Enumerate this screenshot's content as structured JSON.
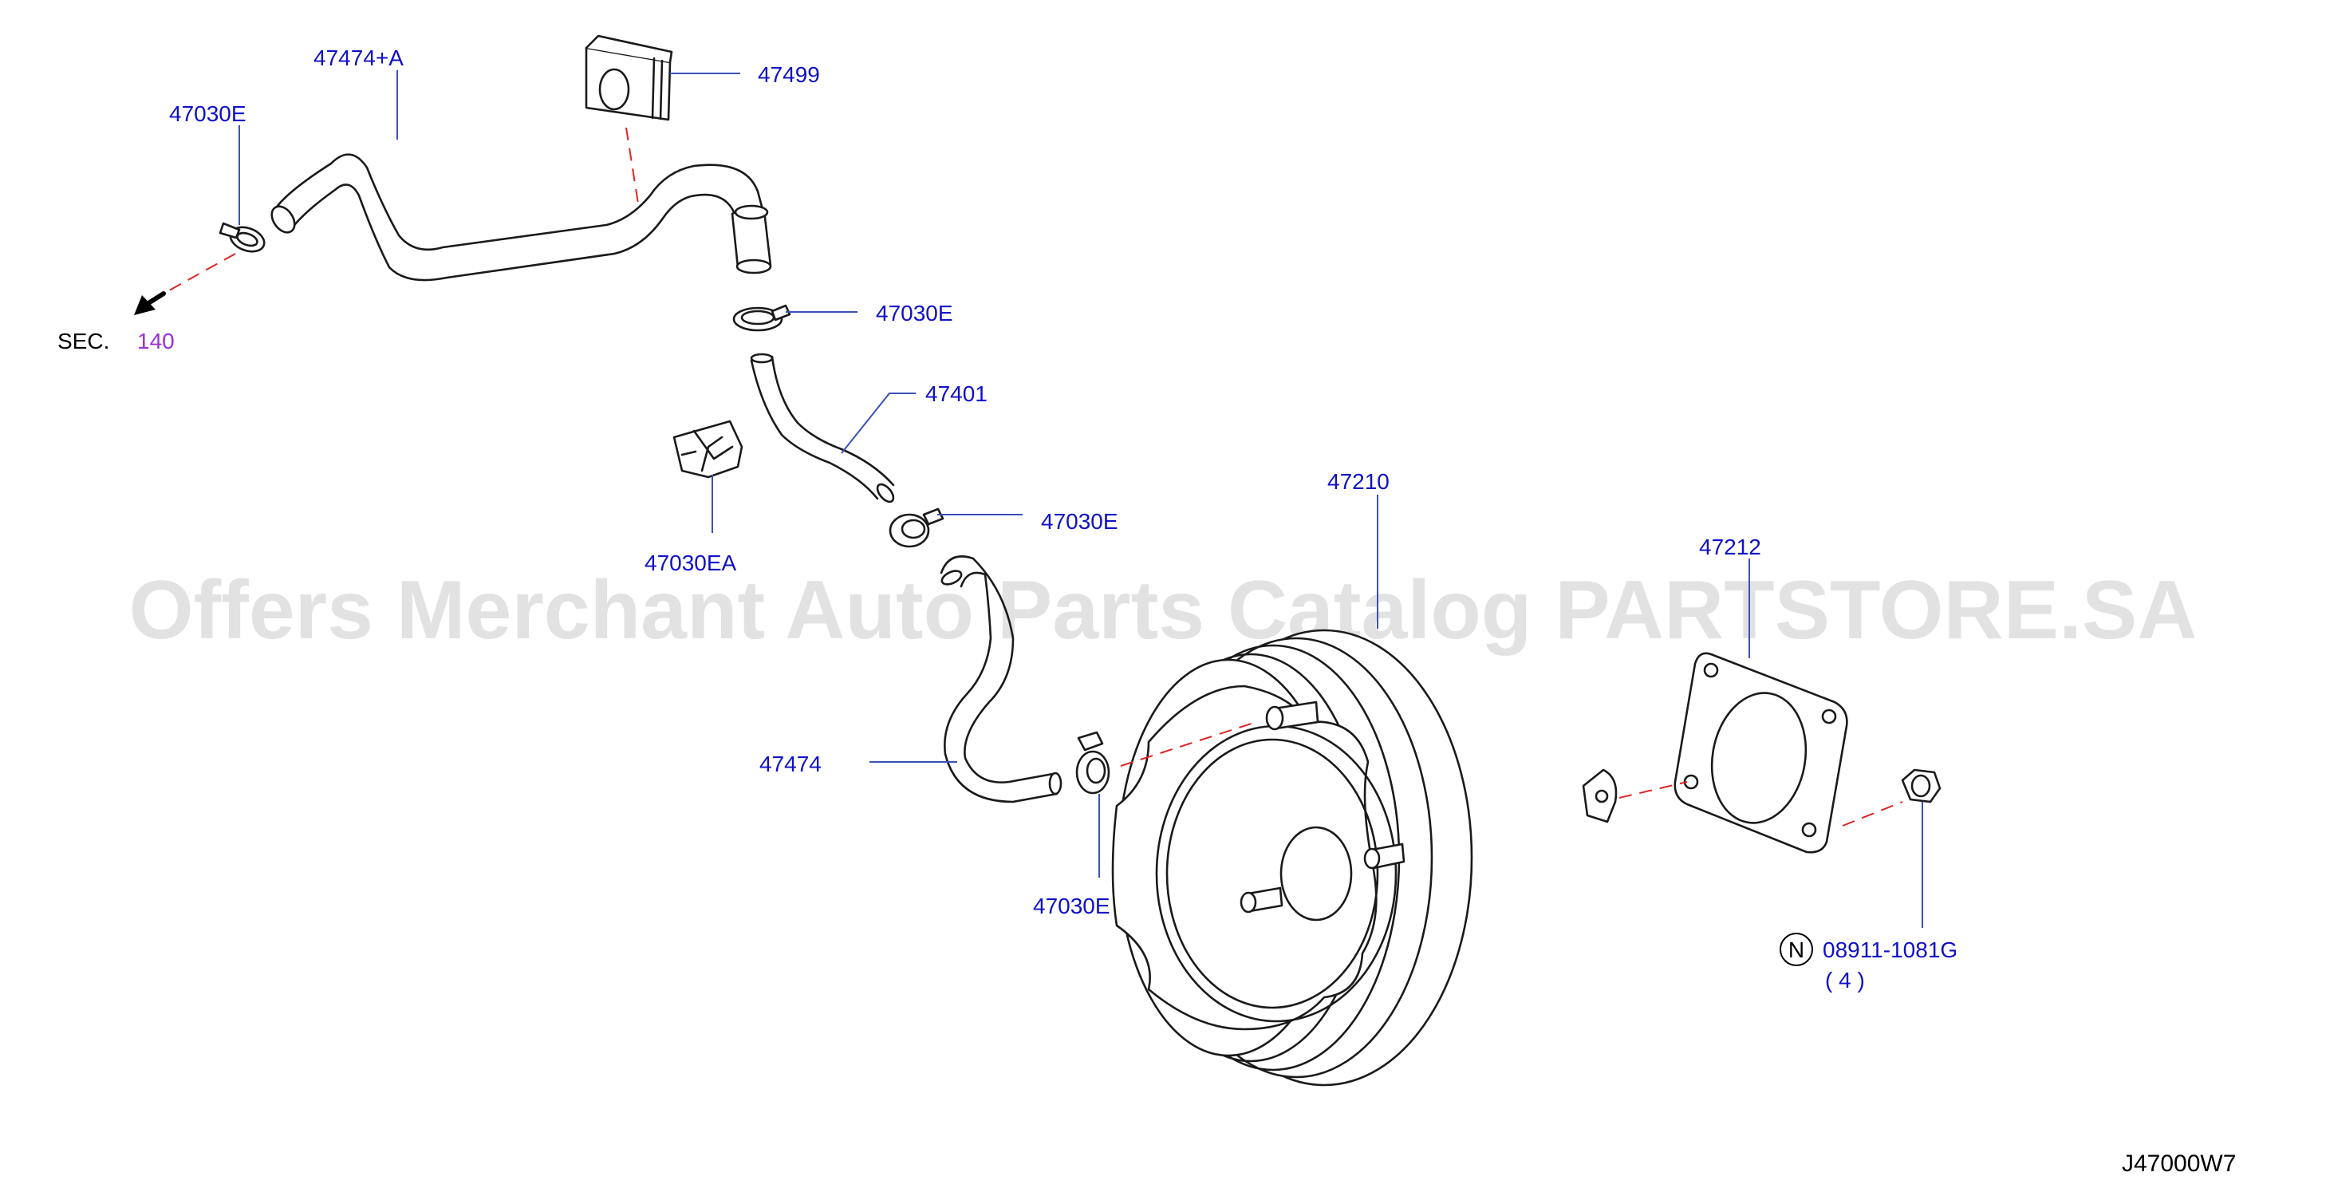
{
  "colors": {
    "part_label": "#0f10c8",
    "section_ref": "#9b2fd6",
    "leader_line": "#3a50b8",
    "dashed_line": "#e02424",
    "outline": "#1a1a1a",
    "watermark": "#d8d8d8"
  },
  "watermark": "Offers Merchant Auto Parts Catalog PARTSTORE.SA",
  "diagram_code": "J47000W7",
  "section_ref": {
    "prefix": "SEC.",
    "number": "140",
    "arrow_icon": "arrow-down-left-icon"
  },
  "note_marker": "N",
  "labels": {
    "hose_upper": "47474+A",
    "grommet": "47499",
    "clamp_left": "47030E",
    "clamp_upper": "47030E",
    "hose_middle": "47401",
    "clip": "47030EA",
    "clamp_middle": "47030E",
    "booster": "47210",
    "gasket": "47212",
    "hose_lower": "47474",
    "clamp_lower": "47030E",
    "nut_part": "08911-1081G",
    "nut_qty": "( 4 )"
  }
}
